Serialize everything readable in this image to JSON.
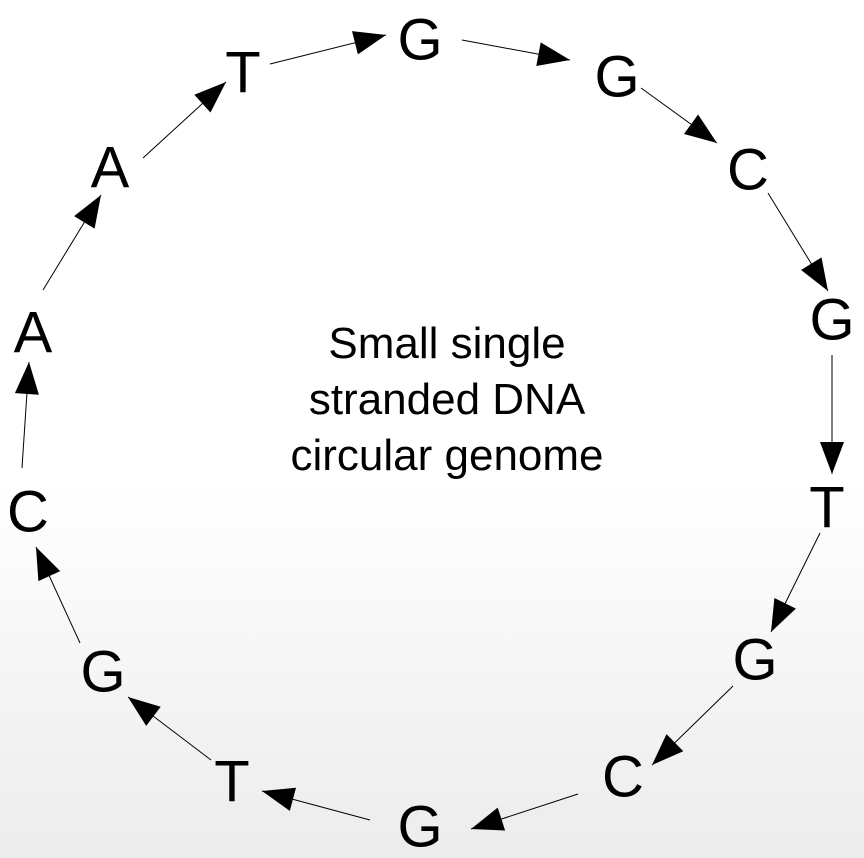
{
  "caption": [
    "Small single",
    "stranded DNA",
    "circular genome"
  ],
  "sequence": [
    "G",
    "G",
    "C",
    "G",
    "T",
    "G",
    "C",
    "G",
    "T",
    "G",
    "C",
    "A",
    "A",
    "T"
  ],
  "colors": {
    "ink": "#000000",
    "background_top": "#ffffff",
    "background_bottom": "#ececec"
  }
}
